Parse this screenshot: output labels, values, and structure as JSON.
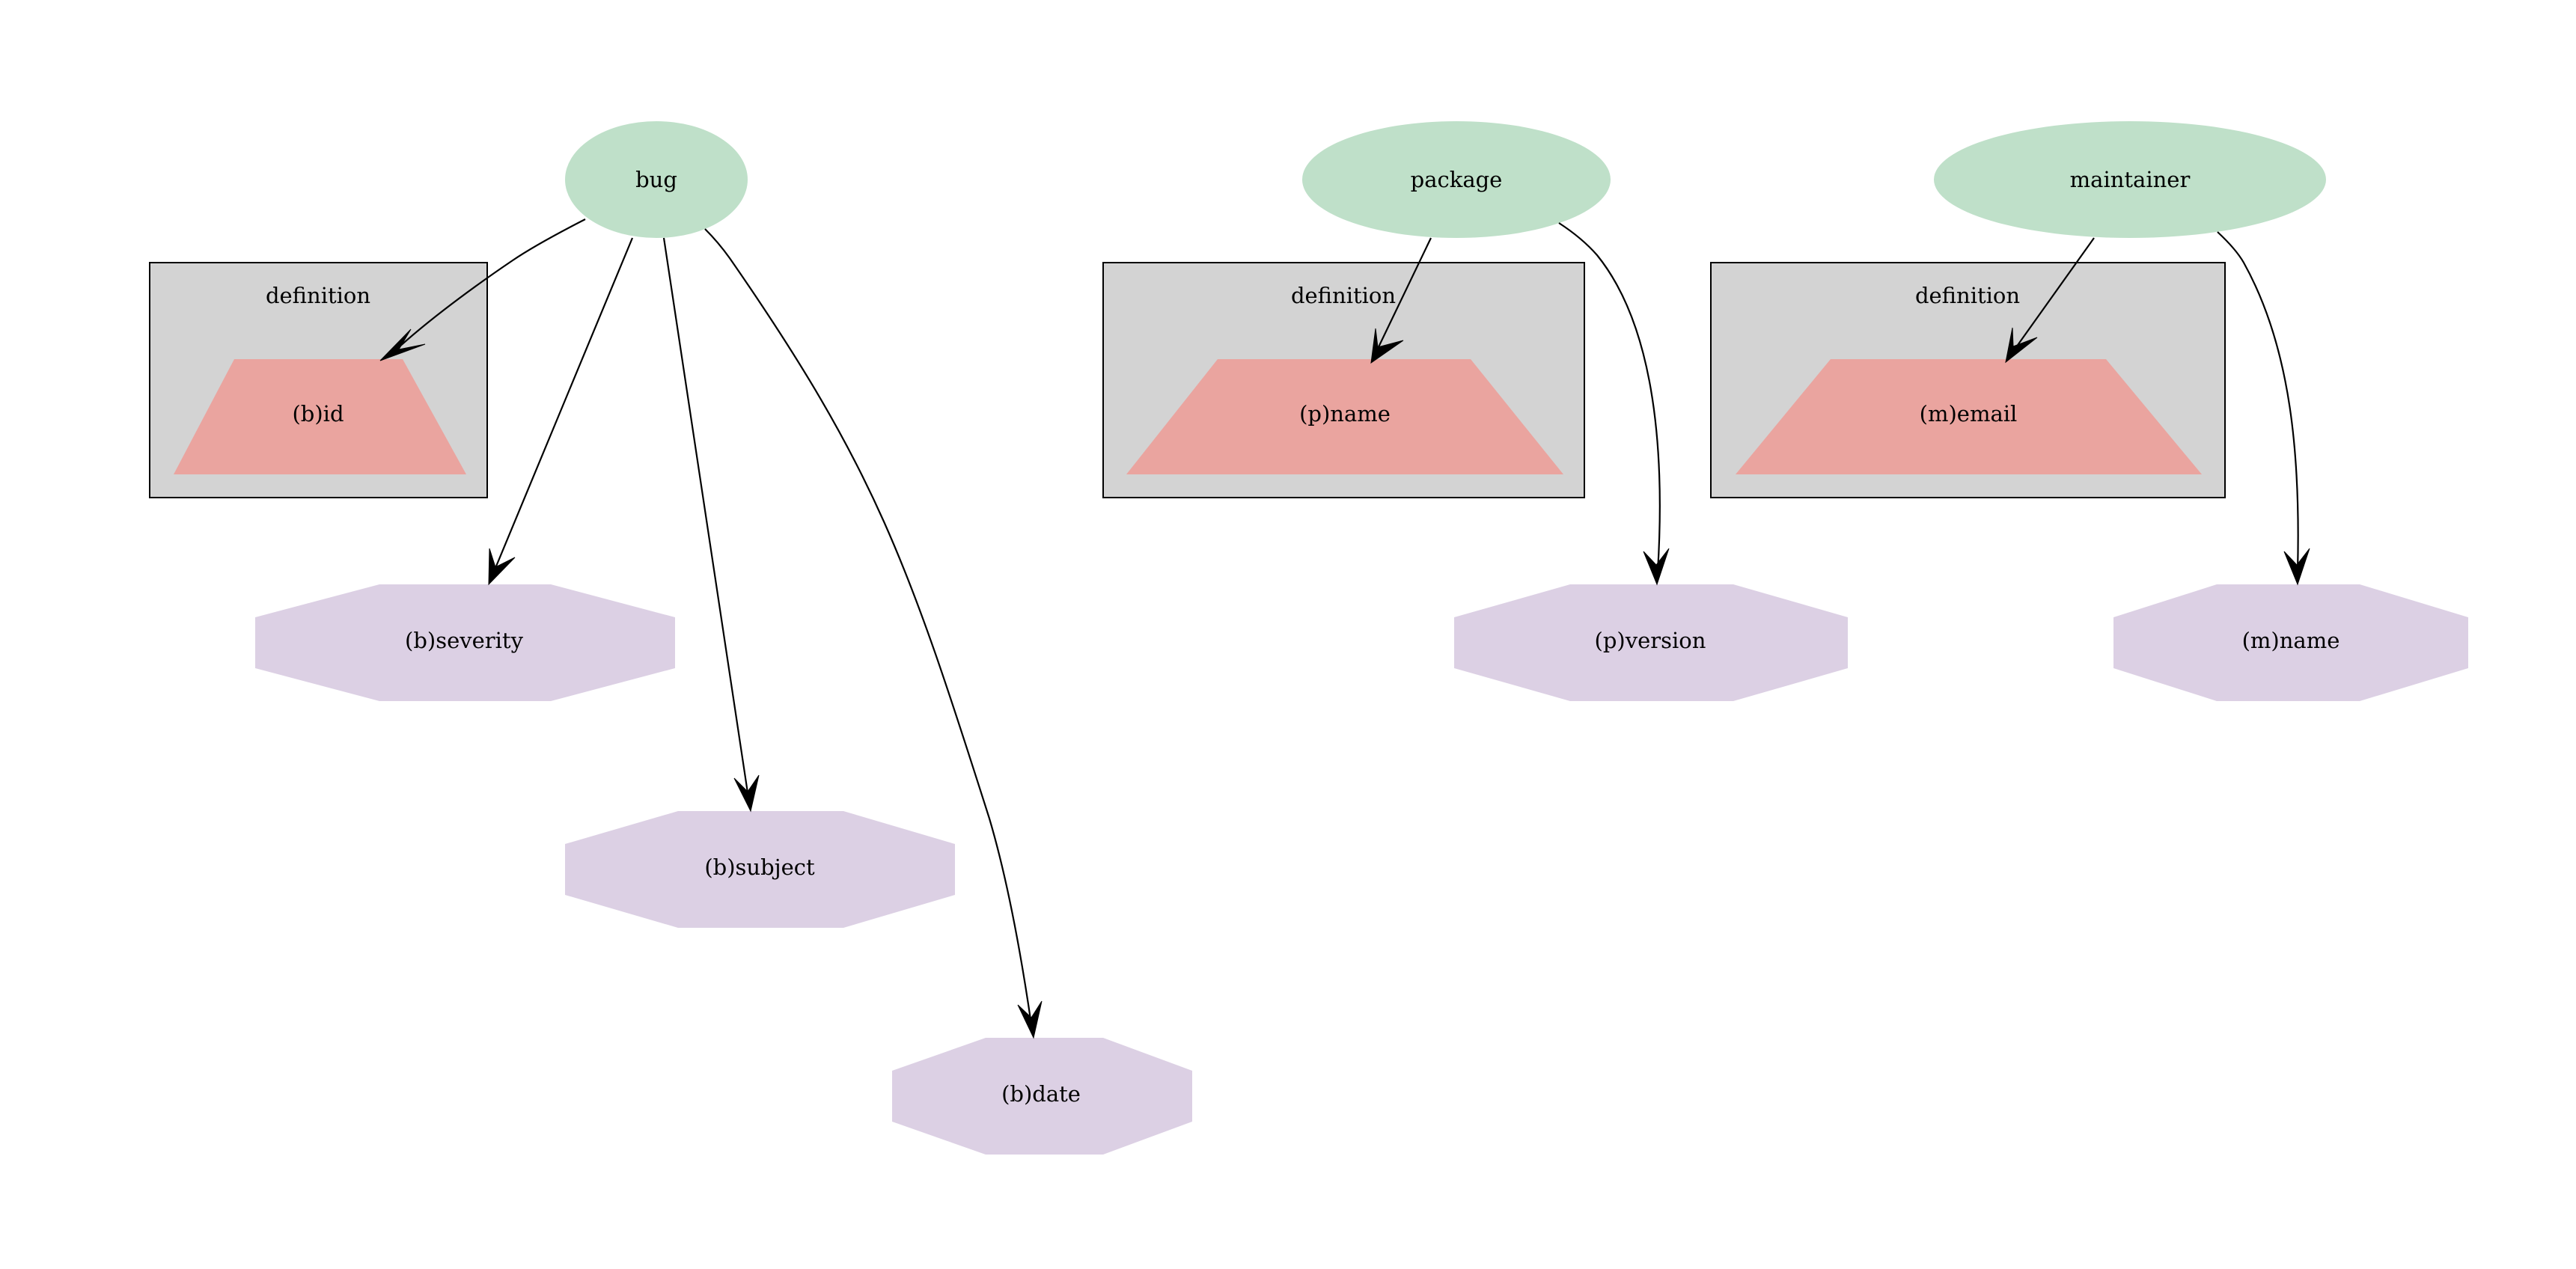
{
  "colors": {
    "entity": "#bfe0c9",
    "key": "#eaa49f",
    "attribute": "#dcd0e4",
    "cluster": "#d3d3d3"
  },
  "entities": [
    {
      "id": "bug",
      "label": "bug"
    },
    {
      "id": "package",
      "label": "package"
    },
    {
      "id": "maintainer",
      "label": "maintainer"
    }
  ],
  "clusters": [
    {
      "id": "cluster-bug",
      "label": "definition"
    },
    {
      "id": "cluster-package",
      "label": "definition"
    },
    {
      "id": "cluster-maintainer",
      "label": "definition"
    }
  ],
  "keys": [
    {
      "id": "b-id",
      "label": "(b)id"
    },
    {
      "id": "p-name",
      "label": "(p)name"
    },
    {
      "id": "m-email",
      "label": "(m)email"
    }
  ],
  "attributes": [
    {
      "id": "b-severity",
      "label": "(b)severity"
    },
    {
      "id": "b-subject",
      "label": "(b)subject"
    },
    {
      "id": "b-date",
      "label": "(b)date"
    },
    {
      "id": "p-version",
      "label": "(p)version"
    },
    {
      "id": "m-name",
      "label": "(m)name"
    }
  ],
  "edges": [
    {
      "from": "bug",
      "to": "b-id"
    },
    {
      "from": "bug",
      "to": "b-severity"
    },
    {
      "from": "bug",
      "to": "b-subject"
    },
    {
      "from": "bug",
      "to": "b-date"
    },
    {
      "from": "package",
      "to": "p-name"
    },
    {
      "from": "package",
      "to": "p-version"
    },
    {
      "from": "maintainer",
      "to": "m-email"
    },
    {
      "from": "maintainer",
      "to": "m-name"
    }
  ]
}
